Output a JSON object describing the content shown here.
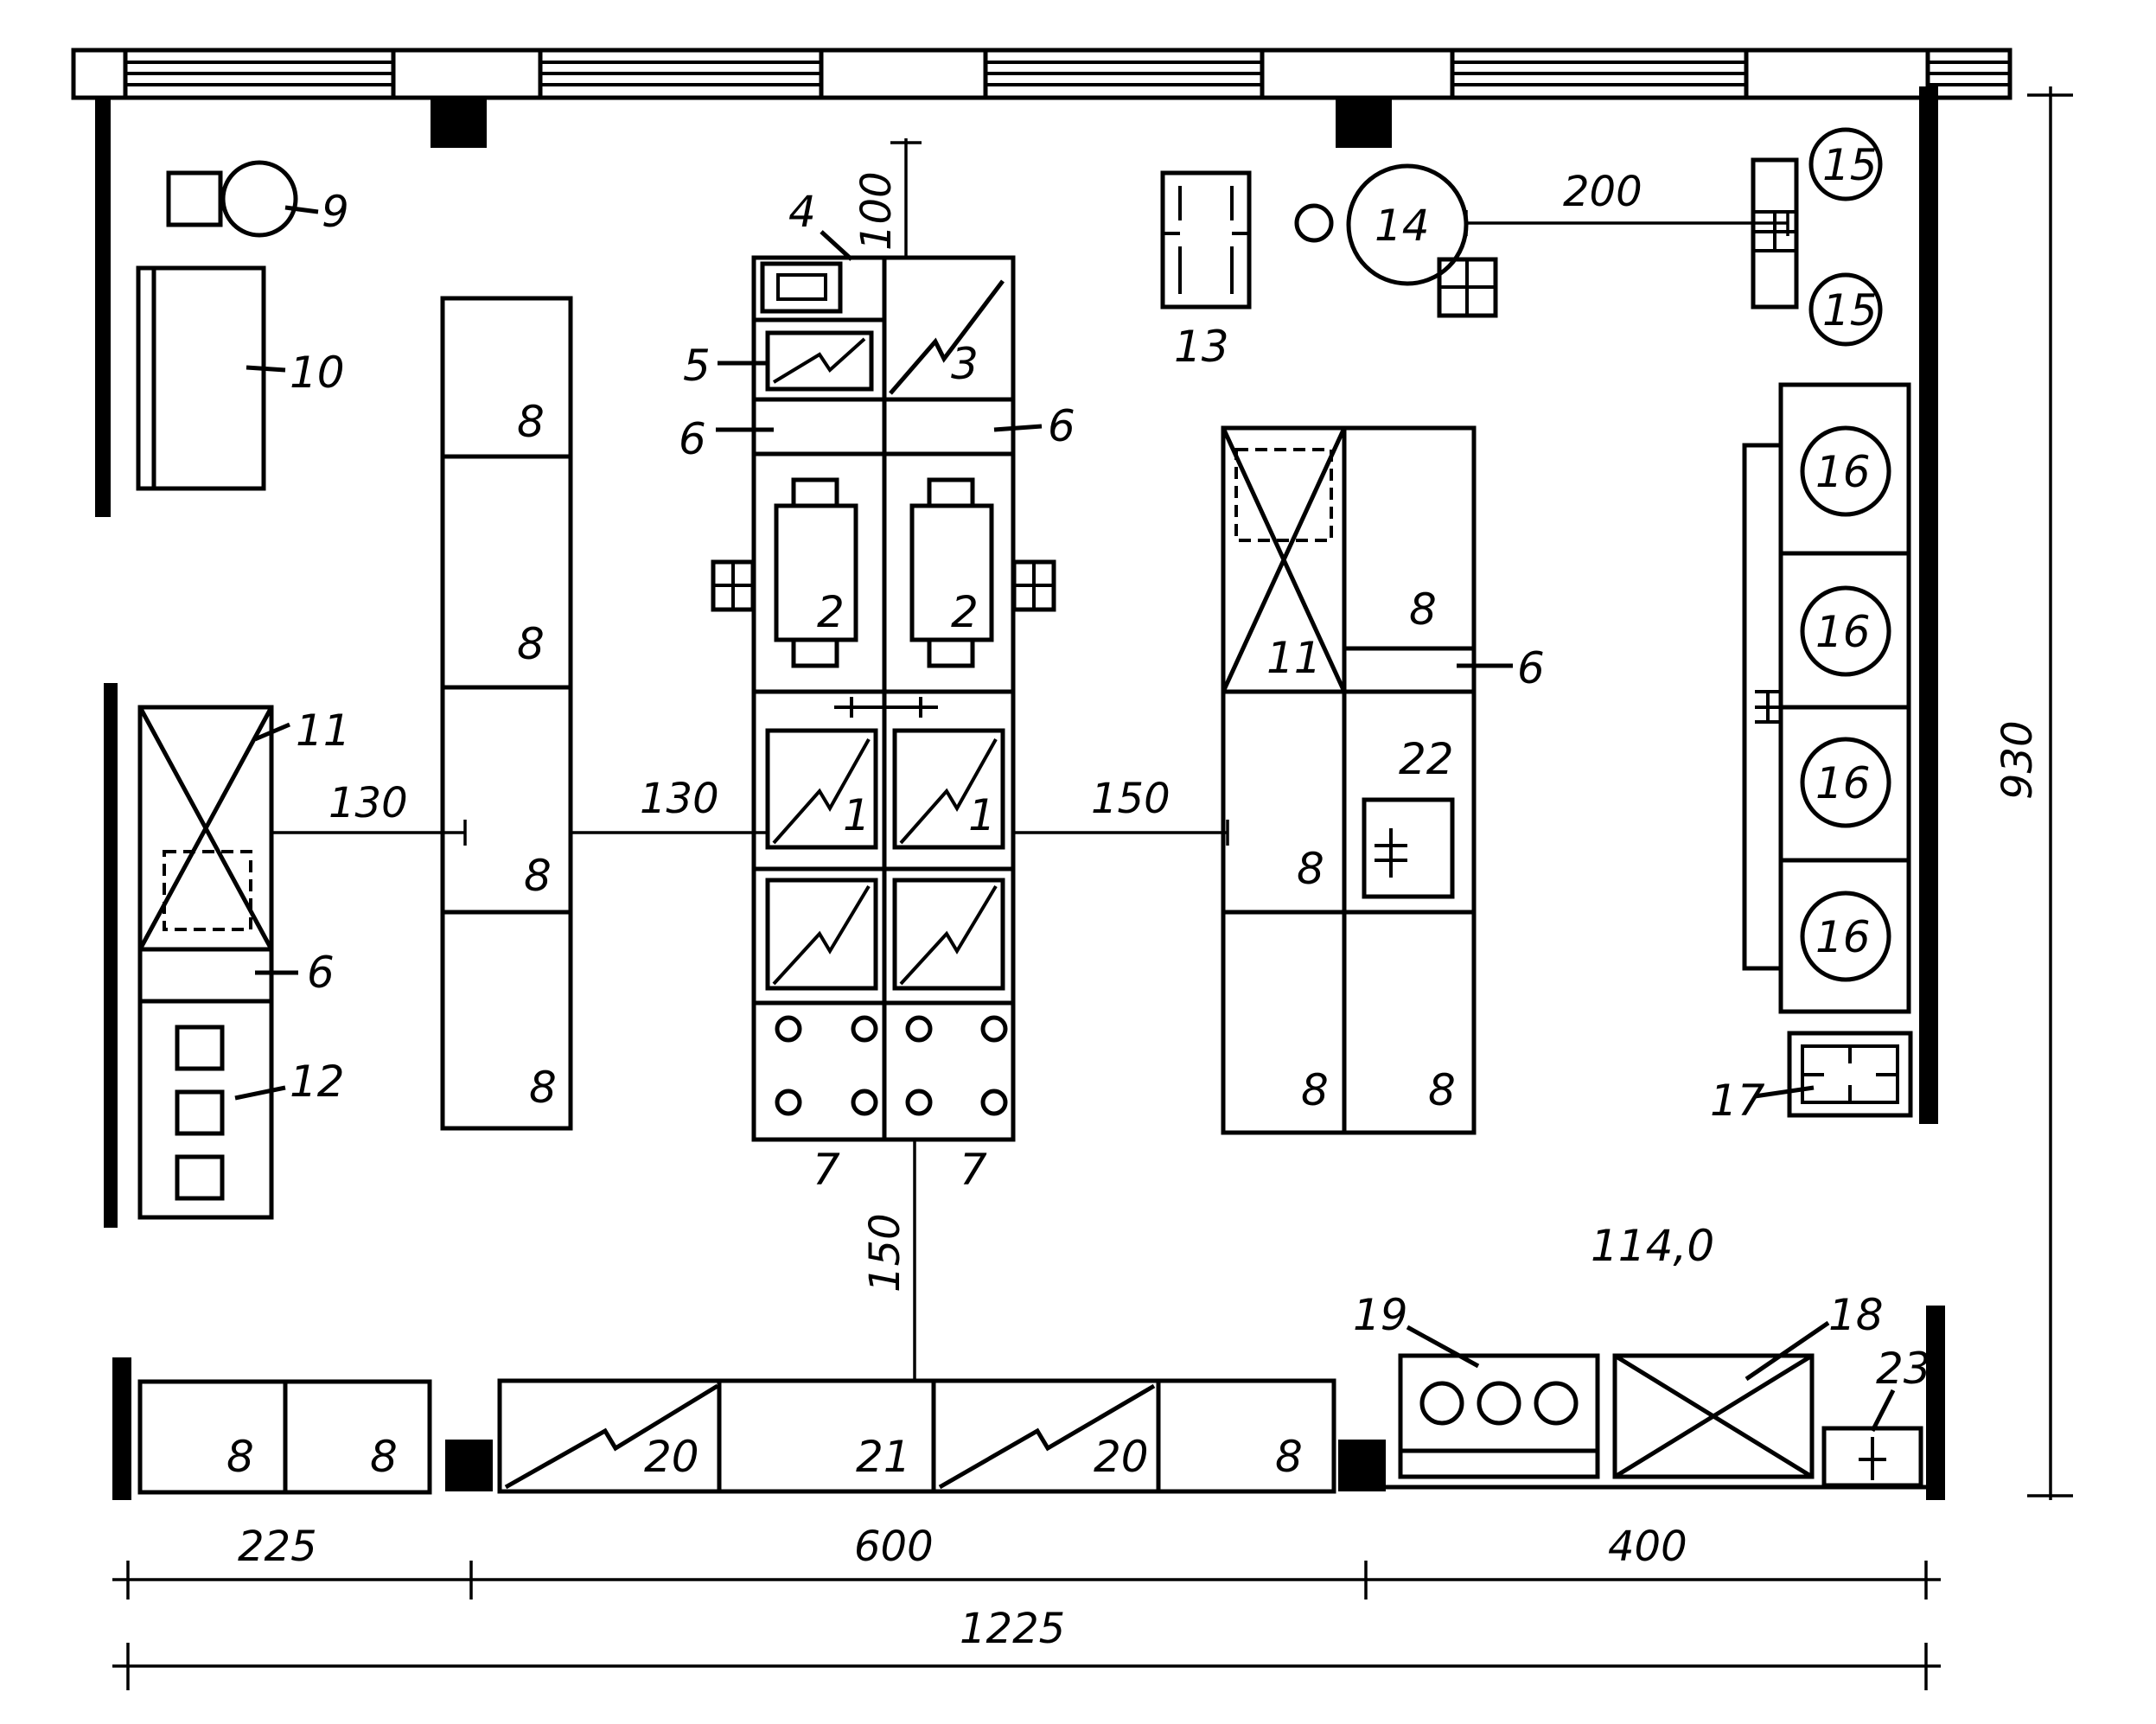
{
  "labels": {
    "n1a": "1",
    "n1b": "1",
    "n2a": "2",
    "n2b": "2",
    "n3": "3",
    "n4": "4",
    "n5": "5",
    "n6a": "6",
    "n6b": "6",
    "n6c": "6",
    "n6d": "6",
    "n7a": "7",
    "n7b": "7",
    "n8_col1": "8",
    "n8_col2": "8",
    "n8_col3": "8",
    "n8_col4": "8",
    "n8_r1": "8",
    "n8_r2": "8",
    "n8_r3": "8",
    "n8_r4": "8",
    "n8_b1": "8",
    "n8_b2": "8",
    "n8_b3": "8",
    "n9": "9",
    "n10": "10",
    "n11a": "11",
    "n11b": "11",
    "n12": "12",
    "n13": "13",
    "n14": "14",
    "n15a": "15",
    "n15b": "15",
    "n16a": "16",
    "n16b": "16",
    "n16c": "16",
    "n16d": "16",
    "n17": "17",
    "n18": "18",
    "n19": "19",
    "n20a": "20",
    "n20b": "20",
    "n21": "21",
    "n22": "22",
    "n23": "23",
    "area": "114,0"
  },
  "dimensions": {
    "d100": "100",
    "d200": "200",
    "d130a": "130",
    "d130b": "130",
    "d150a": "150",
    "d150b": "150",
    "d930": "930",
    "d225": "225",
    "d600": "600",
    "d400": "400",
    "d1225": "1225"
  }
}
